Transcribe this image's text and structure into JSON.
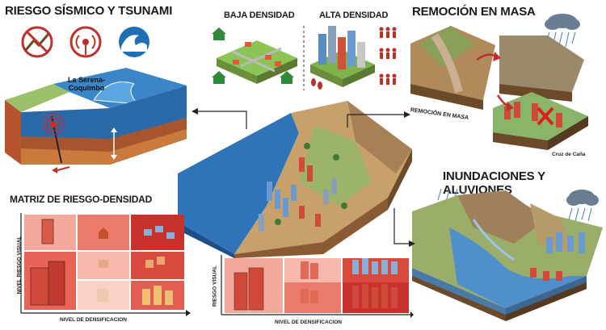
{
  "titles": {
    "seismic": "RIESGO SÍSMICO Y TSUNAMI",
    "low_density": "BAJA DENSIDAD",
    "high_density": "ALTA DENSIDAD",
    "landslide": "REMOCIÓN EN MASA",
    "floods": "INUNDACIONES Y ALUVIONES",
    "matrix": "MATRIZ DE RIESGO-DENSIDAD"
  },
  "labels": {
    "city": "La Serena-\nCoquimbo",
    "landslide_caption": "REMOCIÓN EN MASA",
    "cruz_de_cana": "Cruz de Caña",
    "matrix_y": "NIVEL RIESGO VISUAL",
    "matrix_x": "NIVEL DE DENSIFICACION",
    "small_y": "RIESGO VISUAL",
    "small_x": "NIVEL DE DENSIFICACION"
  },
  "icons": [
    "earthquake-icon",
    "seismic-signal-icon",
    "tsunami-wave-icon",
    "house-icon",
    "person-icon",
    "footprint-icon",
    "rain-cloud-icon"
  ],
  "colors": {
    "ocean": "#2f74b8",
    "ocean_dark": "#1d4f86",
    "soil": "#c8a06a",
    "grass": "#7fb24a",
    "risk_low": "#f6b0a6",
    "risk_mid": "#ec6a5e",
    "risk_high": "#c8322c",
    "arrow": "#222222"
  }
}
